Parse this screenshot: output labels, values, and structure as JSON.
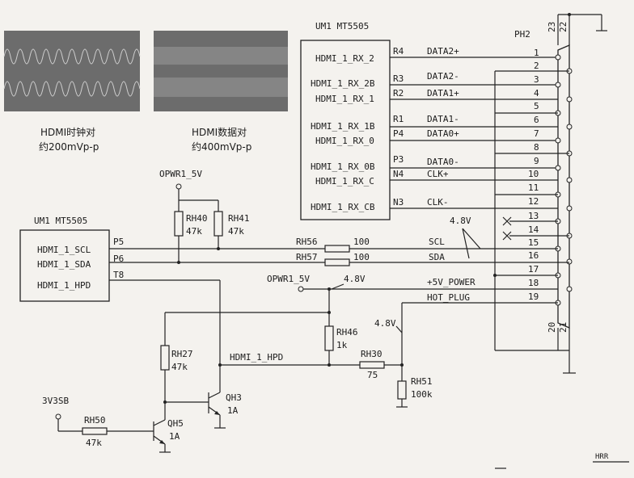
{
  "captions": {
    "clock_line1": "HDMI时钟对",
    "clock_line2": "约200mVp-p",
    "data_line1": "HDMI数据对",
    "data_line2": "约400mVp-p"
  },
  "upper_chip": {
    "title": "UM1 MT5505",
    "pins": [
      {
        "name": "HDMI_1_RX_2",
        "pin": "R4",
        "net": "DATA2+"
      },
      {
        "name": "HDMI_1_RX_2B",
        "pin": "R3",
        "net": "DATA2-"
      },
      {
        "name": "HDMI_1_RX_1",
        "pin": "R2",
        "net": "DATA1+"
      },
      {
        "name": "HDMI_1_RX_1B",
        "pin": "R1",
        "net": "DATA1-"
      },
      {
        "name": "HDMI_1_RX_0",
        "pin": "P4",
        "net": "DATA0+"
      },
      {
        "name": "HDMI_1_RX_0B",
        "pin": "P3",
        "net": "DATA0-"
      },
      {
        "name": "HDMI_1_RX_C",
        "pin": "N4",
        "net": "CLK+"
      },
      {
        "name": "HDMI_1_RX_CB",
        "pin": "N3",
        "net": "CLK-"
      }
    ]
  },
  "connector": {
    "title": "PH2",
    "pins": [
      "1",
      "2",
      "3",
      "4",
      "5",
      "6",
      "7",
      "8",
      "9",
      "10",
      "11",
      "12",
      "13",
      "14",
      "15",
      "16",
      "17",
      "18",
      "19"
    ],
    "shield_pins": [
      "20",
      "21",
      "23",
      "22"
    ]
  },
  "lower_chip": {
    "title": "UM1 MT5505",
    "pins": [
      {
        "name": "HDMI_1_SCL",
        "pin": "P5"
      },
      {
        "name": "HDMI_1_SDA",
        "pin": "P6"
      },
      {
        "name": "HDMI_1_HPD",
        "pin": "T8"
      }
    ]
  },
  "resistors": {
    "rh40": {
      "ref": "RH40",
      "value": "47k"
    },
    "rh41": {
      "ref": "RH41",
      "value": "47k"
    },
    "rh56": {
      "ref": "RH56",
      "value": "100"
    },
    "rh57": {
      "ref": "RH57",
      "value": "100"
    },
    "rh46": {
      "ref": "RH46",
      "value": "1k"
    },
    "rh27": {
      "ref": "RH27",
      "value": "47k"
    },
    "rh30": {
      "ref": "RH30",
      "value": "75"
    },
    "rh51": {
      "ref": "RH51",
      "value": "100k"
    },
    "rh50": {
      "ref": "RH50",
      "value": "47k"
    }
  },
  "transistors": {
    "qh3": {
      "ref": "QH3",
      "value": "1A"
    },
    "qh5": {
      "ref": "QH5",
      "value": "1A"
    }
  },
  "nets": {
    "scl": "SCL",
    "sda": "SDA",
    "power": "+5V_POWER",
    "hot_plug": "HOT_PLUG",
    "hpd": "HDMI_1_HPD"
  },
  "voltages": {
    "ddc": "4.8V",
    "power": "4.8V",
    "hot_plug": "4.8V"
  },
  "supplies": {
    "opwr_top": "OPWR1_5V",
    "opwr_mid": "OPWR1_5V",
    "v3sb": "3V3SB"
  },
  "footer": {
    "mark": "HRR"
  }
}
